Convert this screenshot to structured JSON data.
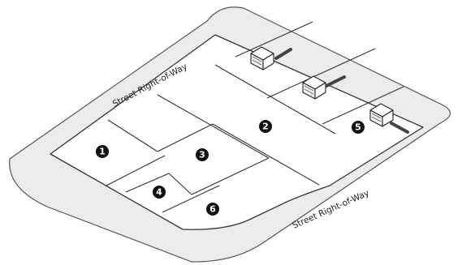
{
  "street_labels": {
    "top": "Street Right-of-Way",
    "bottom": "Street Right-of-Way"
  },
  "lot_numbers": [
    "1",
    "2",
    "3",
    "4",
    "5",
    "6"
  ],
  "houses": [
    "house",
    "house",
    "house"
  ],
  "colors": {
    "road": "#ececec",
    "outline": "#333333",
    "badge": "#111111"
  }
}
